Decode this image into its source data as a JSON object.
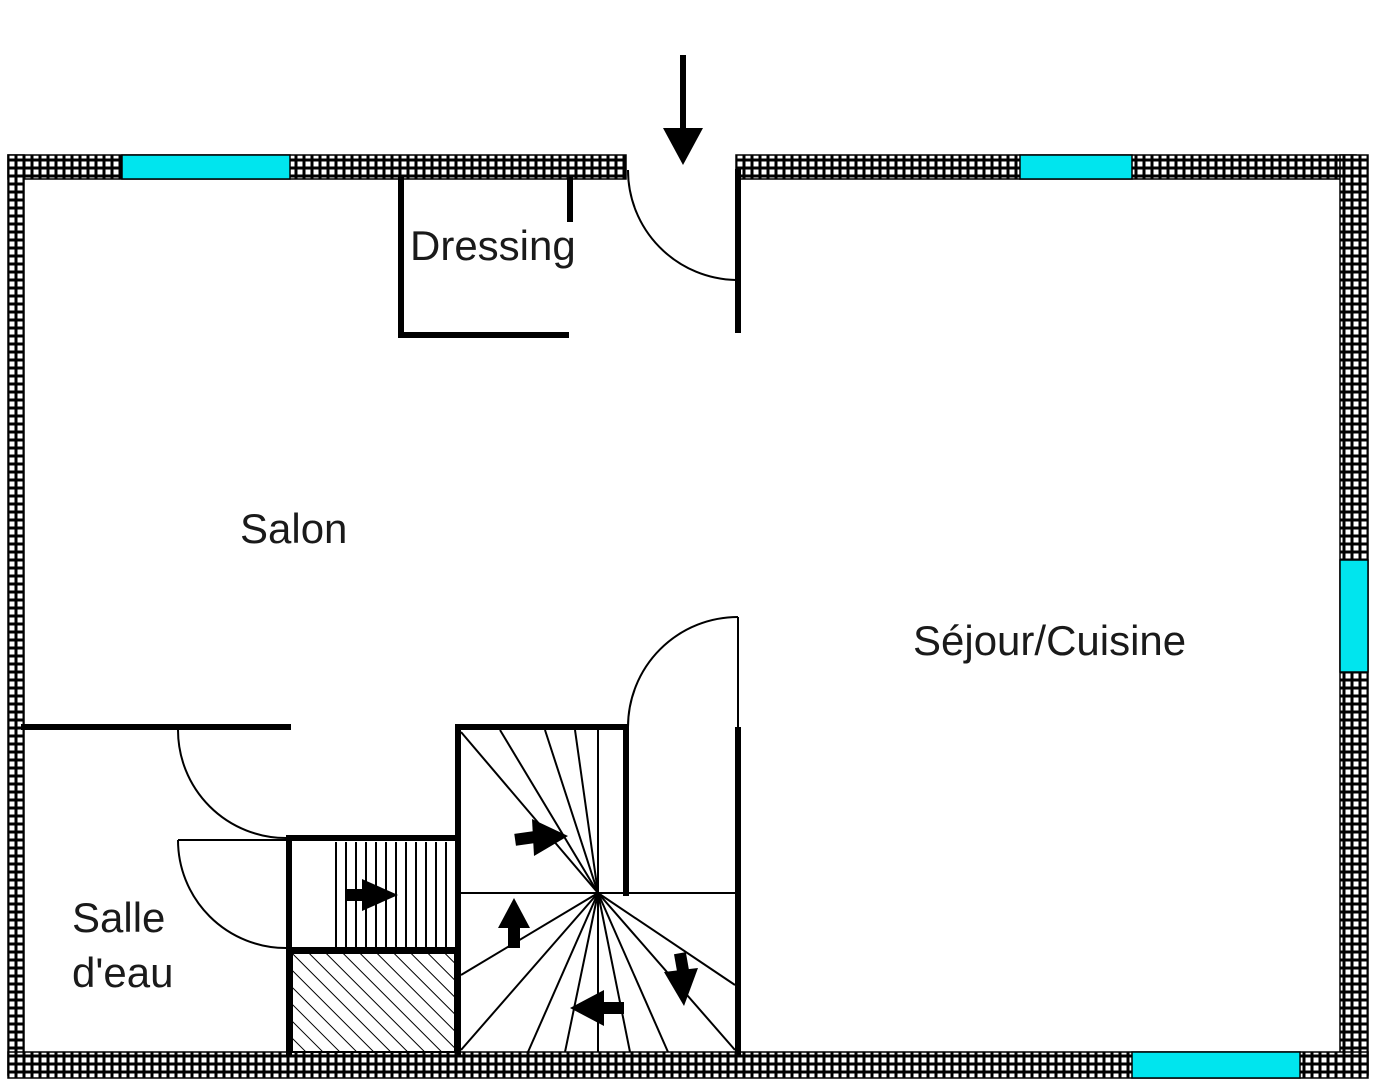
{
  "rooms": {
    "dressing": "Dressing",
    "salon": "Salon",
    "sejour": "Séjour/Cuisine",
    "salle_line1": "Salle",
    "salle_line2": "d'eau"
  },
  "colors": {
    "wall": "#000000",
    "window": "#00e5ee",
    "background": "#ffffff"
  },
  "icons": {
    "entrance": "arrow-down-icon",
    "stair_direction": "arrow-icon"
  }
}
